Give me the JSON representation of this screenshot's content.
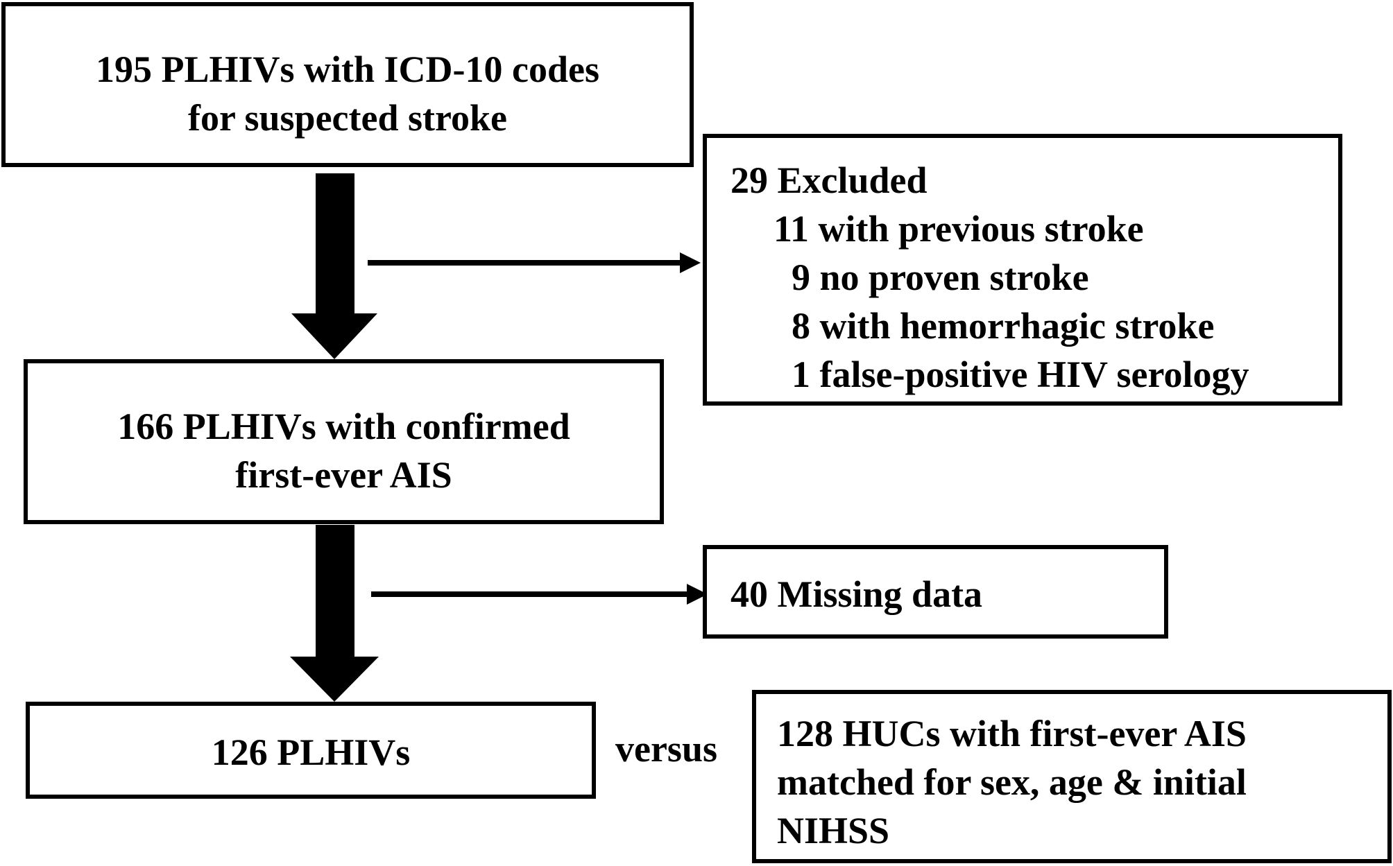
{
  "boxes": {
    "screened": {
      "lines": [
        "195 PLHIVs with ICD-10 codes",
        "for suspected stroke"
      ]
    },
    "excluded": {
      "title": "29 Excluded",
      "items": [
        "11 with previous stroke",
        "9 no proven stroke",
        "8 with hemorrhagic stroke",
        "1 false-positive HIV serology"
      ]
    },
    "confirmed": {
      "lines": [
        "166 PLHIVs with confirmed",
        "first-ever AIS"
      ]
    },
    "missing": {
      "text": "40 Missing data"
    },
    "final": {
      "text": "126 PLHIVs"
    },
    "controls": {
      "lines": [
        "128 HUCs with first-ever AIS",
        "matched  for sex, age & initial",
        "NIHSS"
      ]
    }
  },
  "versus_label": "versus"
}
